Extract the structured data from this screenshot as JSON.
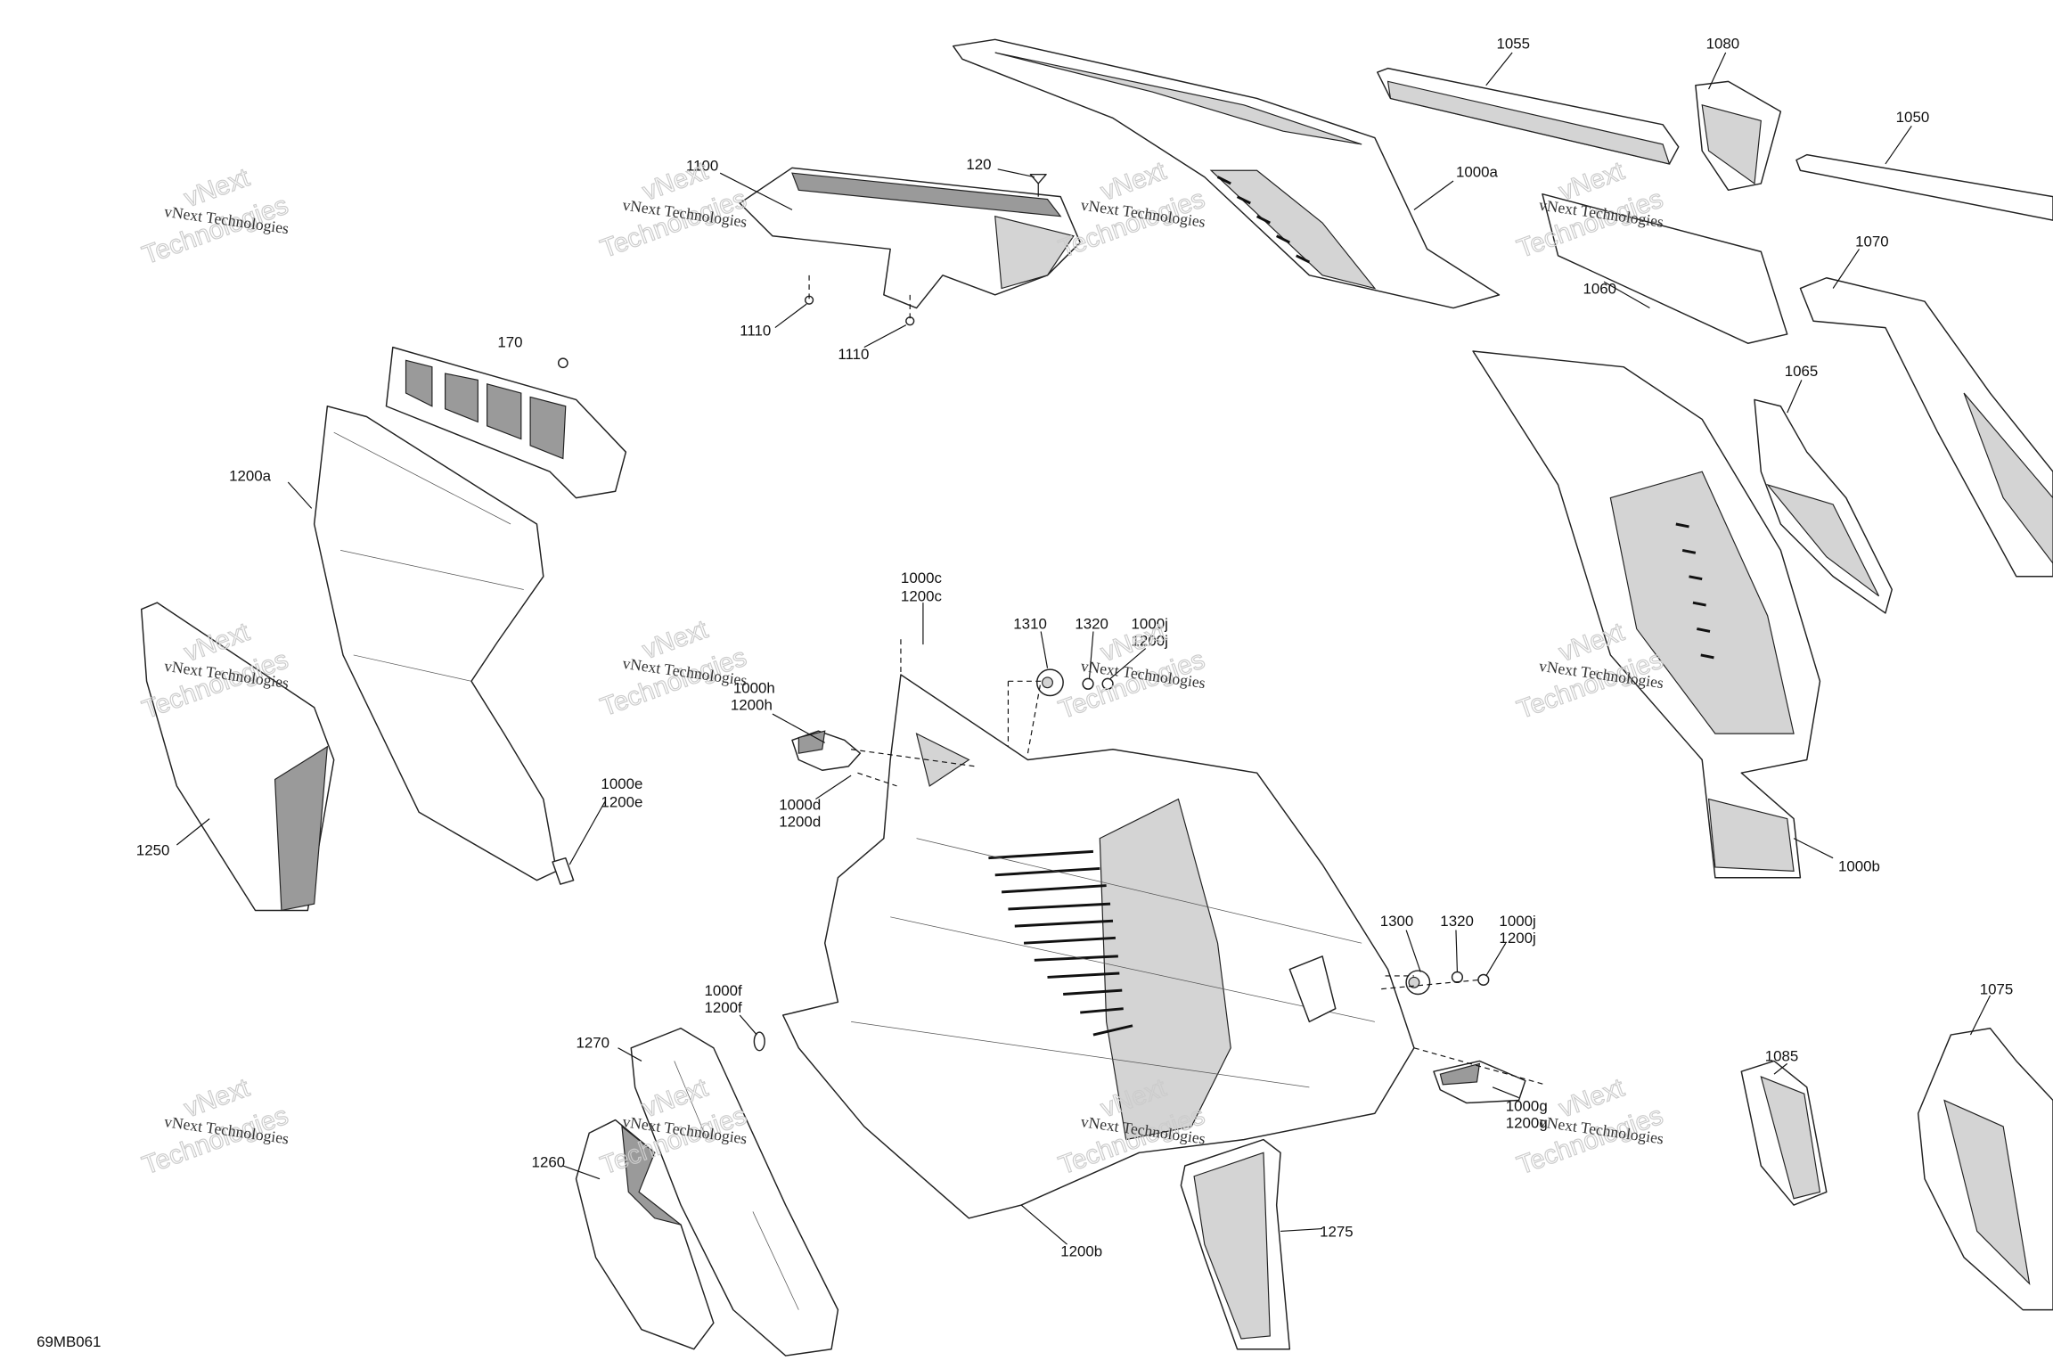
{
  "diagram_code": "69MB061",
  "watermark": {
    "line": "vNext Technologies",
    "brand": "vNext",
    "word": "Technologies"
  },
  "callouts": {
    "c1055": "1055",
    "c1080": "1080",
    "c1050": "1050",
    "c1000a": "1000a",
    "c1100": "1100",
    "c120": "120",
    "c1110a": "1110",
    "c1110b": "1110",
    "c1060": "1060",
    "c1070": "1070",
    "c170": "170",
    "c1065": "1065",
    "c1200a": "1200a",
    "c1000c": "1000c",
    "c1200c": "1200c",
    "c1310": "1310",
    "c1320a": "1320",
    "c1000j_a": "1000j",
    "c1200j_a": "1200j",
    "c1000h": "1000h",
    "c1200h": "1200h",
    "c1000d": "1000d",
    "c1200d": "1200d",
    "c1000e": "1000e",
    "c1200e": "1200e",
    "c1250": "1250",
    "c1000b": "1000b",
    "c1300": "1300",
    "c1320b": "1320",
    "c1000j_b": "1000j",
    "c1200j_b": "1200j",
    "c1000f": "1000f",
    "c1200f": "1200f",
    "c1075": "1075",
    "c1270": "1270",
    "c1085": "1085",
    "c1000g": "1000g",
    "c1200g": "1200g",
    "c1260": "1260",
    "c1275": "1275",
    "c1200b": "1200b"
  }
}
